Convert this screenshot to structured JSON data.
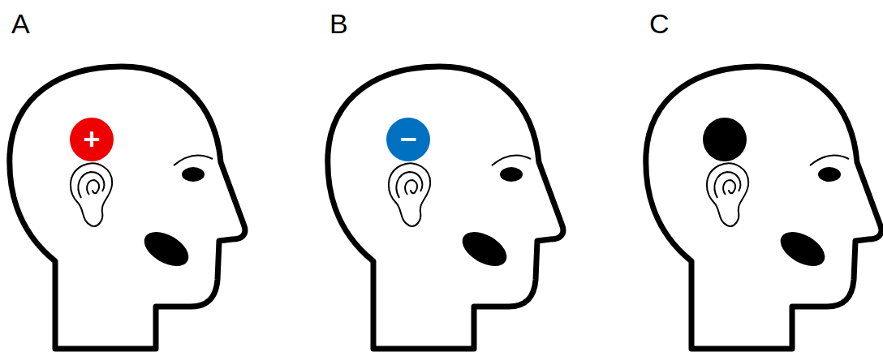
{
  "diagram": {
    "nodes": [
      {
        "text": [
          "+"
        ]
      },
      {
        "text": [
          "−"
        ]
      }
    ],
    "labels": [
      "A",
      "B",
      "C"
    ]
  }
}
